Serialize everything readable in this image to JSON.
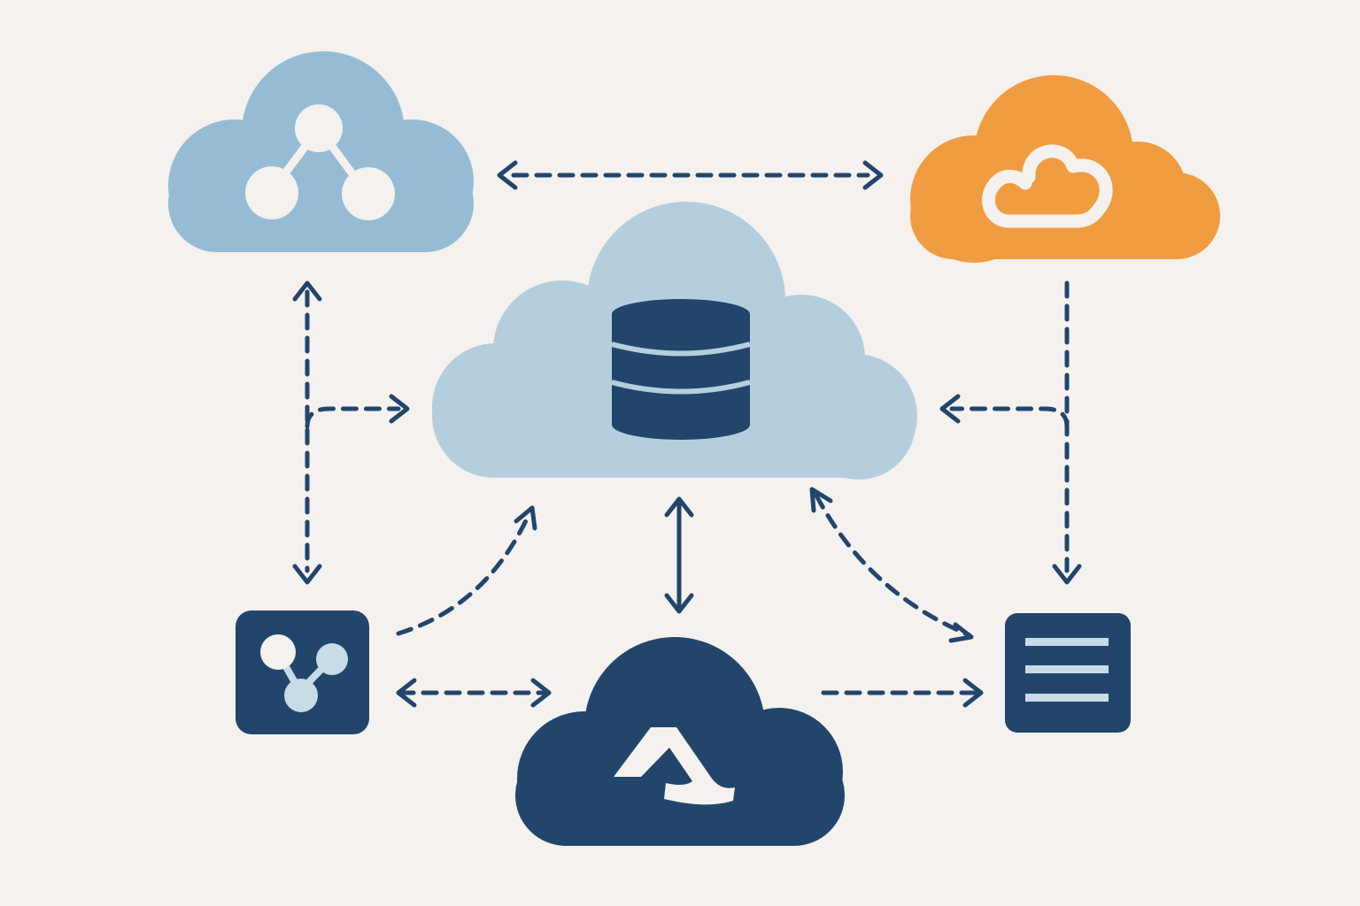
{
  "colors": {
    "background": "#f4f1ee",
    "light_blue_cloud": "#95bcd4",
    "pale_blue_cloud": "#b4cedd",
    "orange_cloud": "#f09c40",
    "navy": "#22466b",
    "icon_light": "#f4f1ee",
    "icon_pale": "#c8dce8"
  },
  "nodes": [
    {
      "id": "sharing-cloud",
      "icon": "share-network-icon"
    },
    {
      "id": "orange-cloud",
      "icon": "cloud-sync-icon"
    },
    {
      "id": "database-cloud",
      "icon": "database-icon"
    },
    {
      "id": "graph-service",
      "icon": "branch-nodes-icon"
    },
    {
      "id": "lambda-cloud",
      "icon": "lambda-icon"
    },
    {
      "id": "list-service",
      "icon": "list-lines-icon"
    }
  ],
  "connections": [
    {
      "from": "sharing-cloud",
      "to": "orange-cloud",
      "style": "dashed",
      "direction": "both"
    },
    {
      "from": "sharing-cloud",
      "to": "graph-service",
      "style": "dashed",
      "direction": "both"
    },
    {
      "from": "sharing-cloud",
      "to": "database-cloud",
      "style": "dashed",
      "direction": "one-way"
    },
    {
      "from": "orange-cloud",
      "to": "list-service",
      "style": "dashed",
      "direction": "one-way"
    },
    {
      "from": "orange-cloud",
      "to": "database-cloud",
      "style": "dashed",
      "direction": "one-way"
    },
    {
      "from": "graph-service",
      "to": "database-cloud",
      "style": "dashed",
      "direction": "one-way"
    },
    {
      "from": "database-cloud",
      "to": "lambda-cloud",
      "style": "solid",
      "direction": "both"
    },
    {
      "from": "database-cloud",
      "to": "list-service",
      "style": "dashed",
      "direction": "both"
    },
    {
      "from": "graph-service",
      "to": "lambda-cloud",
      "style": "dashed",
      "direction": "both"
    },
    {
      "from": "lambda-cloud",
      "to": "list-service",
      "style": "dashed",
      "direction": "one-way"
    }
  ]
}
